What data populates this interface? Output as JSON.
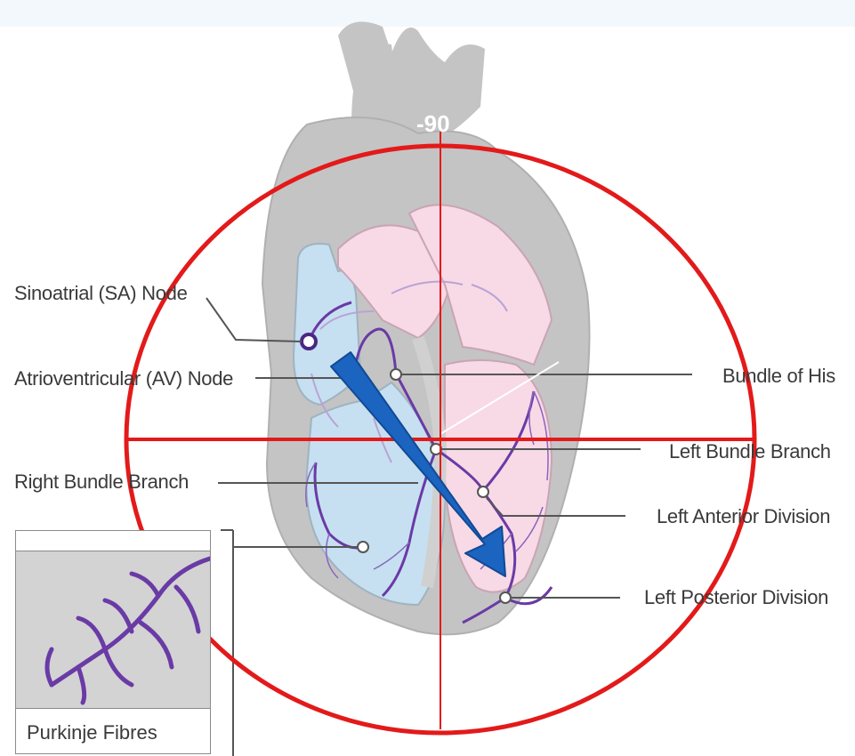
{
  "axis": {
    "top_label": "-90"
  },
  "labels": {
    "sa_node": "Sinoatrial (SA) Node",
    "av_node": "Atrioventricular (AV) Node",
    "right_bundle": "Right Bundle Branch",
    "bundle_his": "Bundle of His",
    "left_bundle": "Left Bundle Branch",
    "left_anterior": "Left Anterior Division",
    "left_posterior": "Left Posterior Division",
    "purkinje": "Purkinje Fibres"
  },
  "colors": {
    "heart_outer": "#c4c4c4",
    "right_chambers": "#c6e0f1",
    "left_chambers": "#f8d9e6",
    "conduction": "#6a3aa6",
    "axis_circle": "#e31a1a",
    "vector_arrow": "#1b64c0"
  }
}
